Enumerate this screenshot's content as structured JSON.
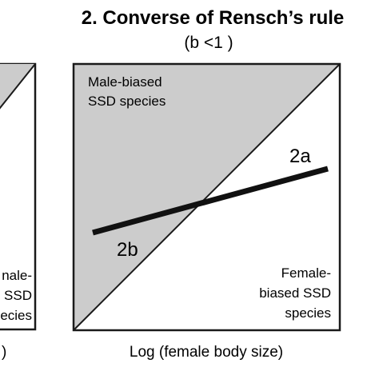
{
  "panel_title": "2. Converse of Rensch’s rule",
  "panel_subtitle": "(b <1 )",
  "upper_region_lines": [
    "Male-biased",
    "SSD species"
  ],
  "lower_region_lines": [
    "Female-",
    "biased SSD",
    "species"
  ],
  "line_label_a": "2a",
  "line_label_b": "2b",
  "x_axis_label": "Log (female body size)",
  "left_panel_fragment_lines": [
    "nale-",
    "SSD",
    "ecies"
  ],
  "left_panel_fragment_bottom": ")",
  "colors": {
    "shaded_region": "#cccccc",
    "outline": "#1a1a1a",
    "background": "#ffffff"
  }
}
